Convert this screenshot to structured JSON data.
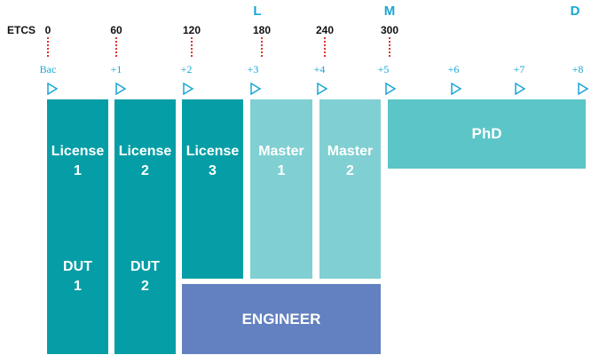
{
  "lmd": {
    "l": "L",
    "m": "M",
    "d": "D"
  },
  "etcs": {
    "label": "ETCS",
    "values": [
      "0",
      "60",
      "120",
      "180",
      "240",
      "300"
    ]
  },
  "years": [
    "Bac",
    "+1",
    "+2",
    "+3",
    "+4",
    "+5",
    "+6",
    "+7",
    "+8"
  ],
  "colors": {
    "accent_blue": "#19a6d6",
    "dotted_red": "#e0312b",
    "teal": "#069ea6",
    "light_teal": "#80cfd2",
    "phd_teal": "#5bc5c8",
    "engineer_blue": "#6381c0"
  },
  "blocks": {
    "license1": {
      "line1": "License",
      "line2": "1"
    },
    "license2": {
      "line1": "License",
      "line2": "2"
    },
    "license3": {
      "line1": "License",
      "line2": "3"
    },
    "master1": {
      "line1": "Master",
      "line2": "1"
    },
    "master2": {
      "line1": "Master",
      "line2": "2"
    },
    "dut1": {
      "line1": "DUT",
      "line2": "1"
    },
    "dut2": {
      "line1": "DUT",
      "line2": "2"
    },
    "phd": {
      "label": "PhD"
    },
    "engineer": {
      "label": "ENGINEER"
    }
  },
  "icons": {
    "year_marker": "triangle-right-outline-icon"
  }
}
